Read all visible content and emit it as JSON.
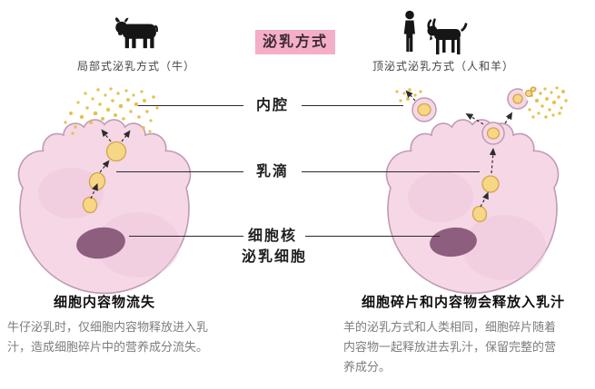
{
  "title": "泌乳方式",
  "connectors": {
    "lumen": "内腔",
    "milk_droplet": "乳滴",
    "nucleus": "细胞核",
    "secretory_cell": "泌乳细胞"
  },
  "left_panel": {
    "icon": "cow-icon",
    "caption": "局部式泌乳方式（牛）",
    "heading": "细胞内容物流失",
    "description": "牛仔泌乳时，仅细胞内容物释放进入乳汁，造成细胞碎片中的营养成分流失。"
  },
  "right_panel": {
    "icons": [
      "human-icon",
      "goat-icon"
    ],
    "caption": "顶泌式泌乳方式（人和羊）",
    "heading": "细胞碎片和内容物会释放入乳汁",
    "description": "羊的泌乳方式和人类相同，细胞碎片随着内容物一起释放进去乳汁，保留完整的营养成分。"
  },
  "colors": {
    "title_bg": "#f4aec8",
    "cell_fill": "#f6d7e6",
    "cell_stroke": "#c09ab5",
    "droplet_fill": "#f7d685",
    "droplet_stroke": "#cfa64b",
    "spray": "#e5c14f",
    "nucleus_fill": "#8d5e7d",
    "line_color": "#2a2a2a"
  }
}
